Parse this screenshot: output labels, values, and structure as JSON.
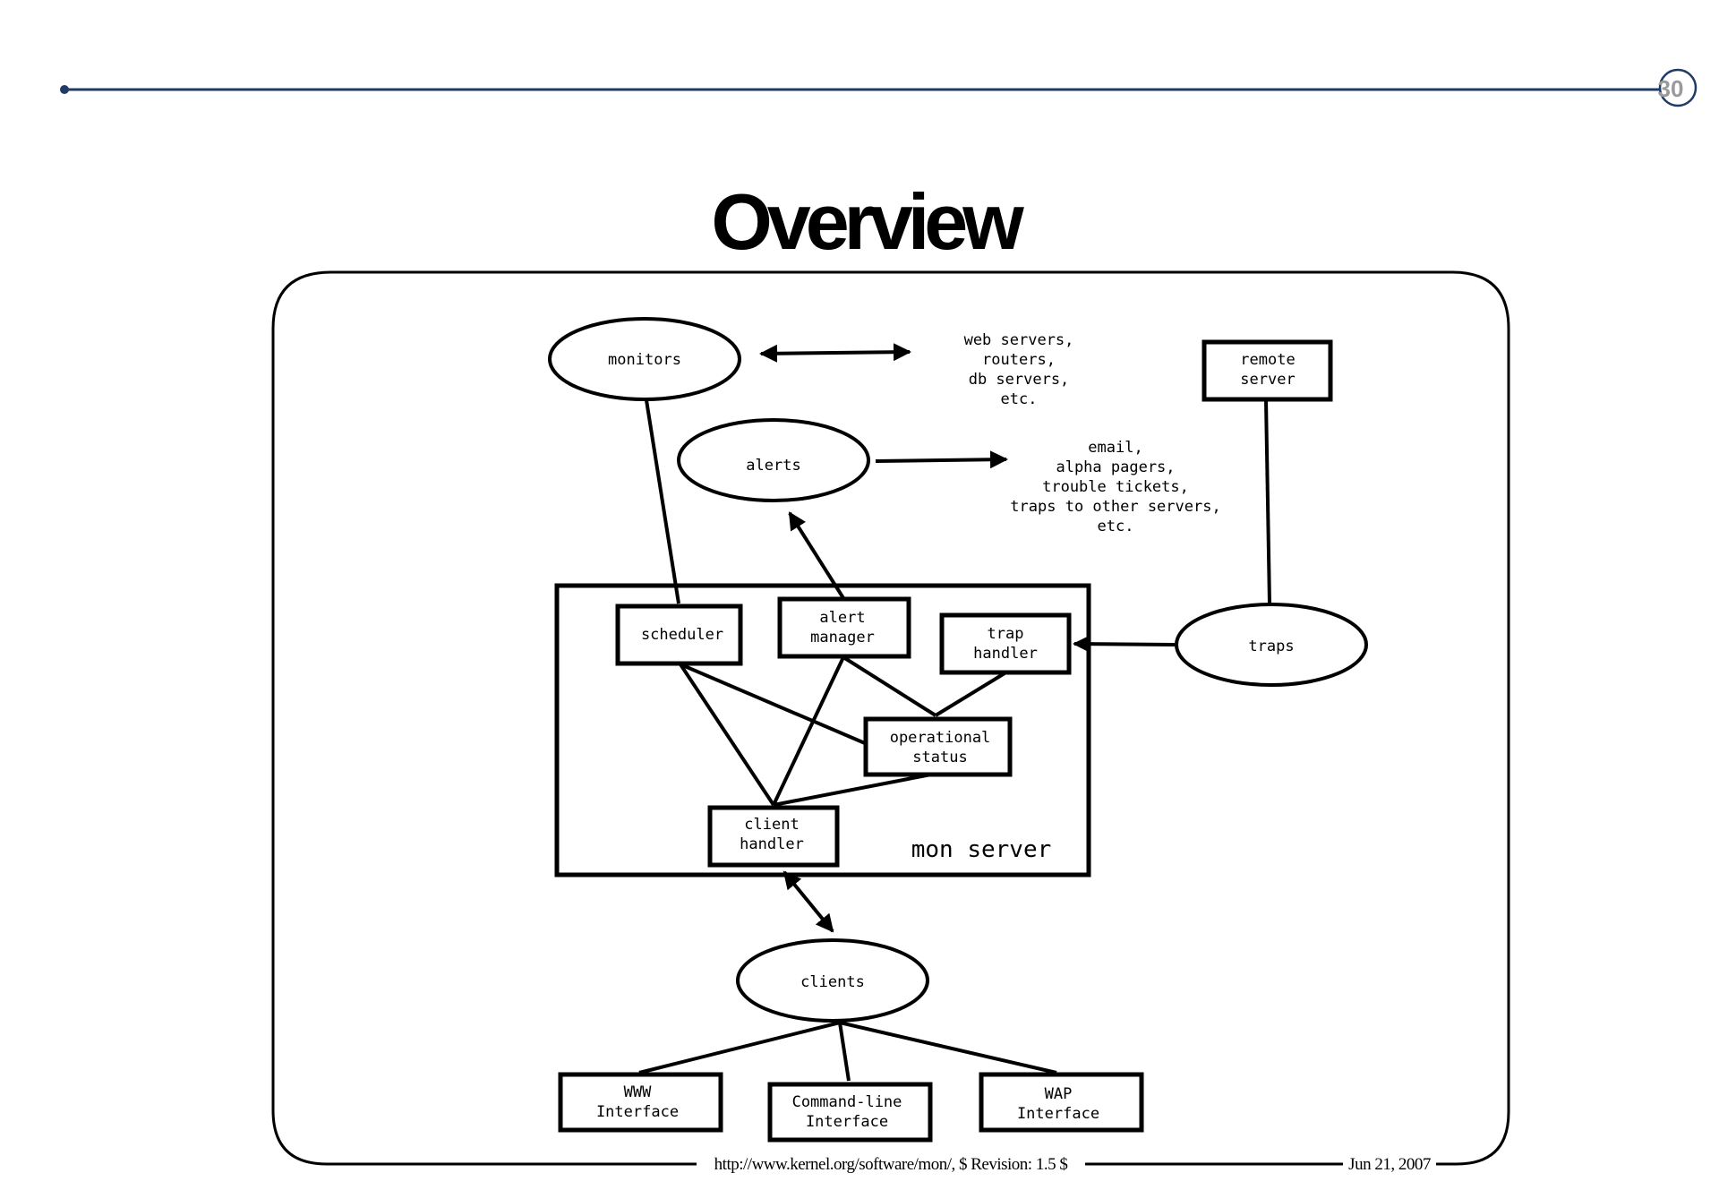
{
  "slide": {
    "page_number": "30",
    "title": "Overview",
    "accent_color": "#1f3b66"
  },
  "diagram": {
    "nodes": {
      "monitors": "monitors",
      "alerts": "alerts",
      "clients": "clients",
      "traps": "traps",
      "remote_server": [
        "remote",
        "server"
      ],
      "scheduler": "scheduler",
      "alert_manager": [
        "alert",
        "manager"
      ],
      "trap_handler": [
        "trap",
        "handler"
      ],
      "operational_status": [
        "operational",
        "status"
      ],
      "client_handler": [
        "client",
        "handler"
      ],
      "www_interface": [
        "WWW",
        "Interface"
      ],
      "cli_interface": [
        "Command-line",
        "Interface"
      ],
      "wap_interface": [
        "WAP",
        "Interface"
      ]
    },
    "mon_server_label": "mon server",
    "monitored_targets": [
      "web servers,",
      "routers,",
      "db servers,",
      "etc."
    ],
    "alert_targets": [
      "email,",
      "alpha pagers,",
      "trouble tickets,",
      "traps to other servers,",
      "etc."
    ]
  },
  "footer": {
    "url": "http://www.kernel.org/software/mon/, $ Revision: 1.5 $",
    "date": "Jun 21, 2007"
  }
}
